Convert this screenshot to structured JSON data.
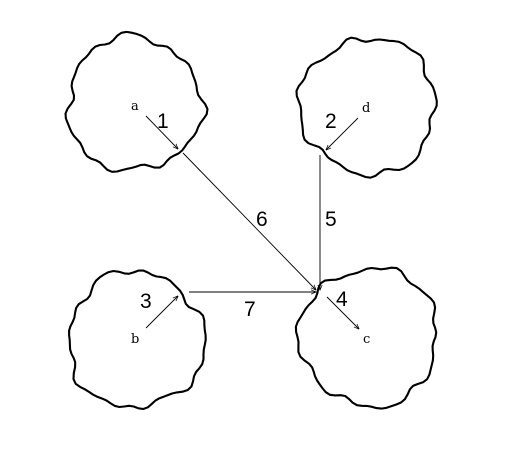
{
  "diagram": {
    "regions": [
      {
        "id": "region-1",
        "label": "1"
      },
      {
        "id": "region-2",
        "label": "2"
      },
      {
        "id": "region-3",
        "label": "3"
      },
      {
        "id": "region-4",
        "label": "4"
      }
    ],
    "points": {
      "a": "a",
      "b": "b",
      "c": "c",
      "d": "d"
    },
    "edges": {
      "e5": "5",
      "e6": "6",
      "e7": "7"
    },
    "stroke_color": "#000000",
    "background": "#ffffff"
  }
}
